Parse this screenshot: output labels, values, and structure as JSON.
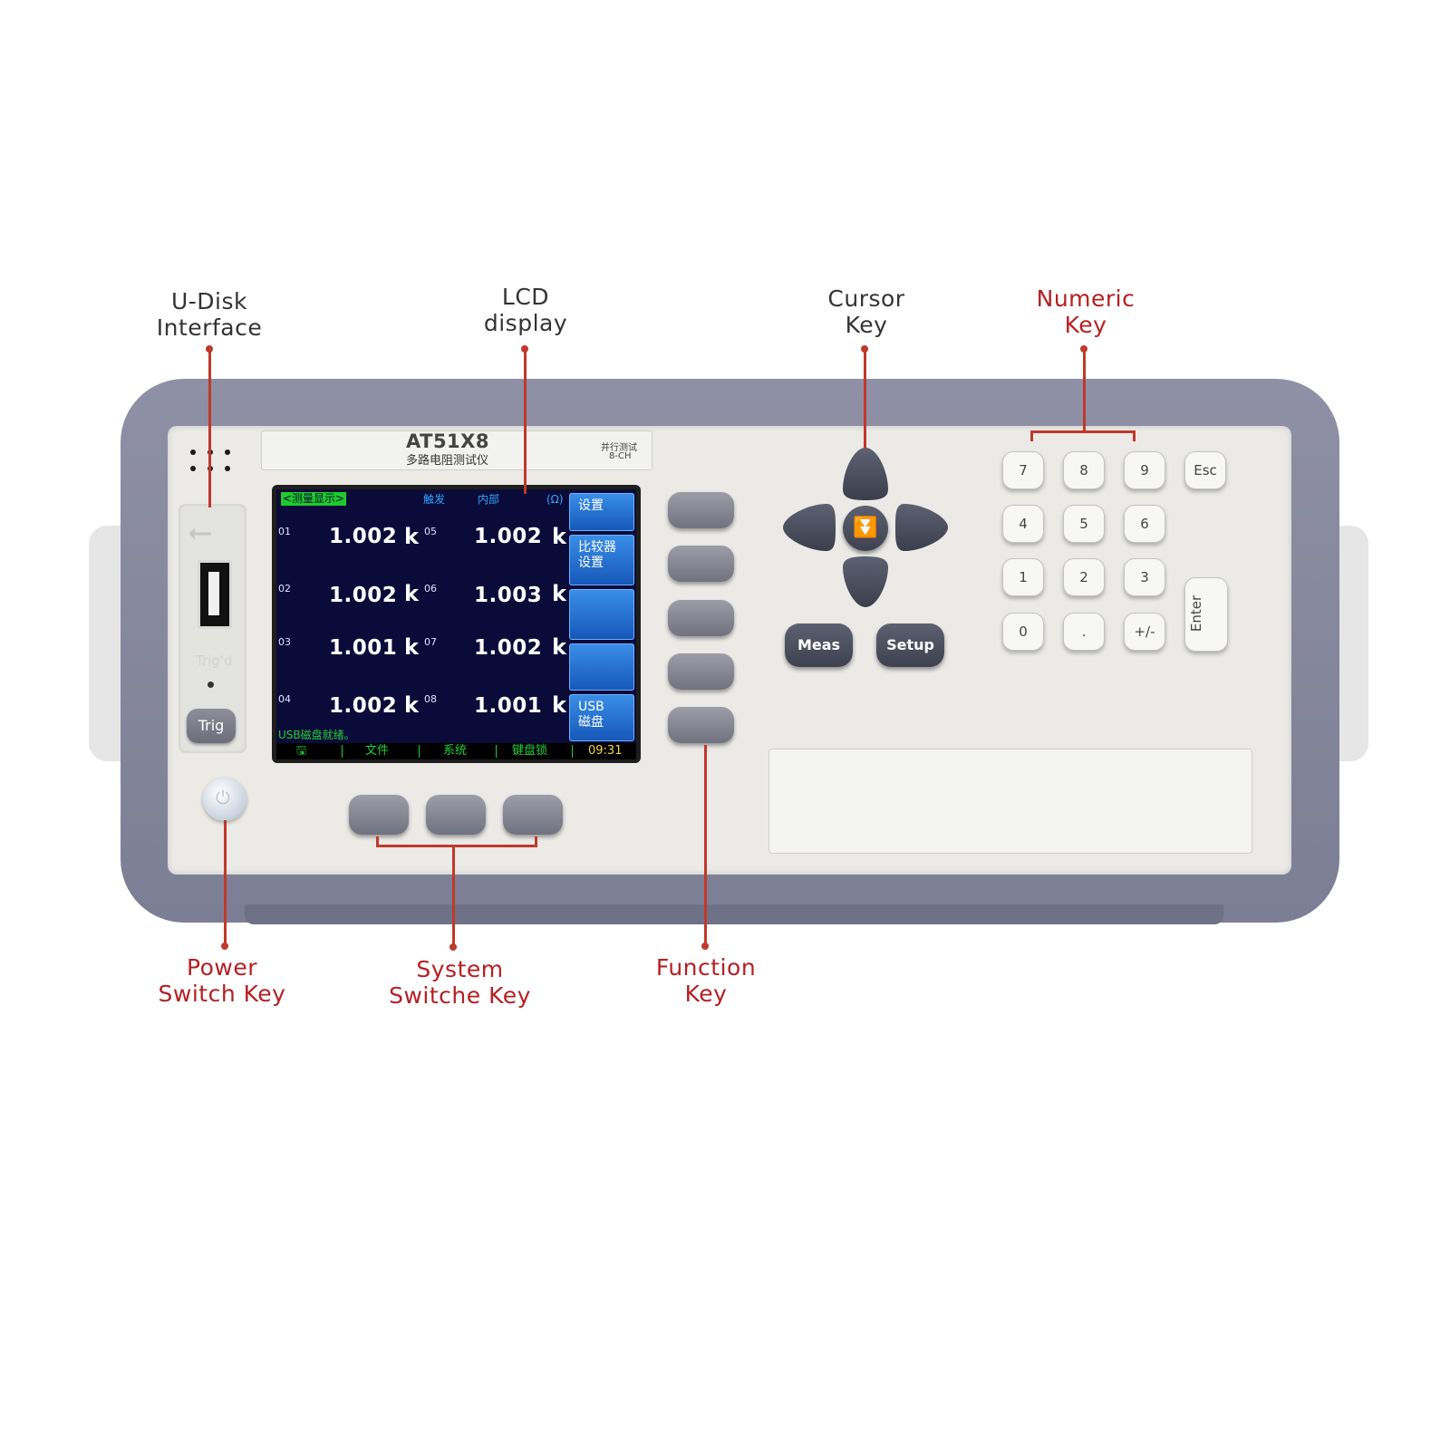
{
  "callouts": {
    "udisk": [
      "U-Disk",
      "Interface"
    ],
    "lcd": [
      "LCD",
      "display"
    ],
    "cursor": [
      "Cursor",
      "Key"
    ],
    "numeric": [
      "Numeric",
      "Key"
    ],
    "power": [
      "Power",
      "Switch Key"
    ],
    "system": [
      "System",
      "Switche Key"
    ],
    "function": [
      "Function",
      "Key"
    ]
  },
  "brand": {
    "model": "AT51X8",
    "subtitle": "多路电阻测试仪",
    "right_line1": "并行测试",
    "right_line2": "8-CH"
  },
  "left_panel": {
    "trig_label": "Trig'd",
    "trig_button": "Trig"
  },
  "lcd": {
    "tab": "<测量显示>",
    "header_trigger": "触发",
    "header_source": "内部",
    "header_unit": "(Ω)",
    "rows": [
      {
        "ch_a": "01",
        "val_a": "1.002",
        "unit_a": "k",
        "ch_b": "05",
        "val_b": "1.002",
        "unit_b": "k"
      },
      {
        "ch_a": "02",
        "val_a": "1.002",
        "unit_a": "k",
        "ch_b": "06",
        "val_b": "1.003",
        "unit_b": "k"
      },
      {
        "ch_a": "03",
        "val_a": "1.001",
        "unit_a": "k",
        "ch_b": "07",
        "val_b": "1.002",
        "unit_b": "k"
      },
      {
        "ch_a": "04",
        "val_a": "1.002",
        "unit_a": "k",
        "ch_b": "08",
        "val_b": "1.001",
        "unit_b": "k"
      }
    ],
    "softkeys": [
      "设置",
      "比较器\n设置",
      "",
      "",
      "USB\n磁盘"
    ],
    "status": "USB磁盘就绪。",
    "menu": {
      "disk_icon": "🖫",
      "file": "文件",
      "system": "系统",
      "keylock": "键盘锁",
      "time": "09:31"
    }
  },
  "cursor_keys": {
    "center_glyph": "⏬",
    "meas": "Meas",
    "setup": "Setup"
  },
  "numeric_keys": {
    "row1": [
      "7",
      "8",
      "9",
      "Esc"
    ],
    "row2": [
      "4",
      "5",
      "6"
    ],
    "row3": [
      "1",
      "2",
      "3"
    ],
    "row4": [
      "0",
      ".",
      "+/-"
    ],
    "enter": "Enter"
  }
}
